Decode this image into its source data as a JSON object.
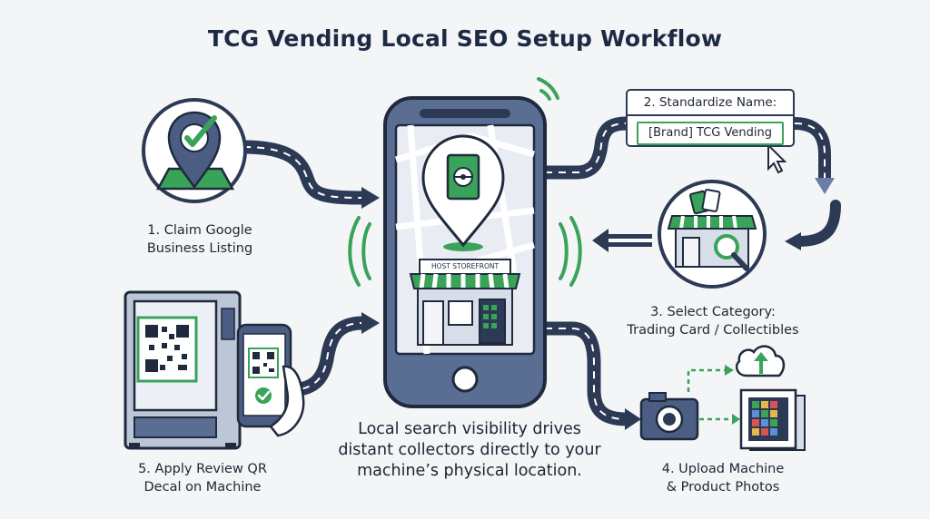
{
  "title": "TCG Vending Local SEO Setup Workflow",
  "steps": {
    "claim": {
      "line1": "1. Claim Google",
      "line2": "Business Listing",
      "icon": "map-pin-check-icon"
    },
    "name": {
      "heading": "2. Standardize Name:",
      "field": "[Brand] TCG Vending",
      "icon": "cursor-icon"
    },
    "category": {
      "line1": "3. Select Category:",
      "line2": "Trading Card / Collectibles",
      "icon": "storefront-search-icon"
    },
    "photos": {
      "line1": "4. Upload Machine",
      "line2": "& Product Photos",
      "icon": "camera-upload-icon"
    },
    "qr": {
      "line1": "5. Apply Review QR",
      "line2": "Decal on Machine",
      "icon": "qr-scan-icon"
    }
  },
  "phone": {
    "storefront_sign": "HOST STOREFRONT"
  },
  "tagline": {
    "line1": "Local search visibility drives",
    "line2": "distant collectors directly to your",
    "line3": "machine’s physical location."
  },
  "colors": {
    "navy": "#2c3a55",
    "green": "#3aa35a",
    "slate": "#5a6d93",
    "light": "#e6eaf2"
  }
}
